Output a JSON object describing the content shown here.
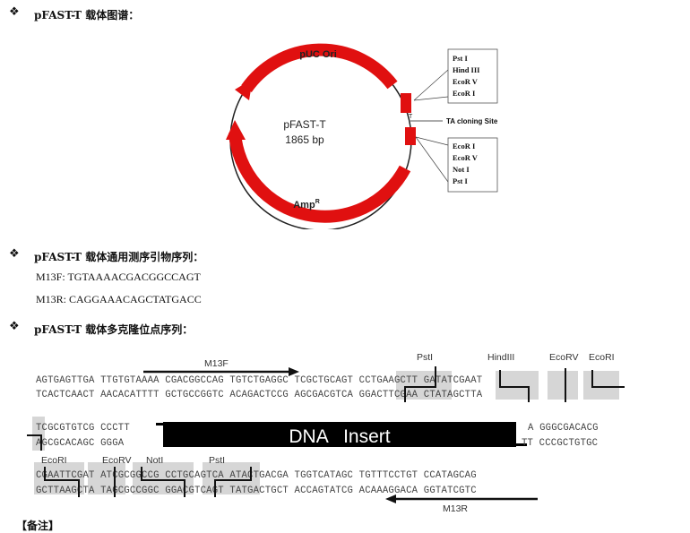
{
  "section1": {
    "bullet": "❖",
    "title": "pFAST-T 载体图谱："
  },
  "plasmid": {
    "name": "pFAST-T",
    "size": "1865 bp",
    "ori_label": "pUC Ori",
    "amp_label": "Amp",
    "amp_sup": "R",
    "ta_site_label": "TA cloning Site",
    "upper_sites": [
      "Pst I",
      "Hind III",
      "EcoR V",
      "EcoR I"
    ],
    "lower_sites": [
      "EcoR I",
      "EcoR V",
      "Not I",
      "Pst I"
    ],
    "color": "#e01010"
  },
  "section2": {
    "bullet": "❖",
    "title": "pFAST-T 载体通用测序引物序列：",
    "primers": [
      "M13F: TGTAAAACGACGGCCAGT",
      "M13R: CAGGAAACAGCTATGACC"
    ]
  },
  "section3": {
    "bullet": "❖",
    "title": "pFAST-T 载体多克隆位点序列："
  },
  "mcs": {
    "m13f": "M13F",
    "m13r": "M13R",
    "insert": "DNA   Insert",
    "sites_row1": [
      "PstI",
      "HindIII",
      "EcoRV",
      "EcoRI"
    ],
    "sites_row3": [
      "EcoRI",
      "EcoRV",
      "NotI",
      "PstI"
    ],
    "row1_top": "AGTGAGTTGA TTGTGTAAAA CGACGGCCAG TGTCTGAGGC TCGCTGCAGT CCTGAAGCTT GATATCGAAT",
    "row1_bot": "TCACTCAACT AACACATTTT GCTGCCGGTC ACAGACTCCG AGCGACGTCA GGACTTCGAA CTATAGCTTA",
    "row2_top_left": "TCGCGTGTCG CCCTT",
    "row2_bot_left": "AGCGCACAGC GGGA",
    "row2_top_right": "A GGGCGACACG",
    "row2_bot_right": "TT CCCGCTGTGC",
    "row3_top": "CGAATTCGAT ATCGCGGCCG CCTGCAGTCA ATACTGACGA TGGTCATAGC TGTTTCCTGT CCATAGCAG",
    "row3_bot": "GCTTAAGCTA TAGCGCCGGC GGACGTCAGT TATGACTGCT ACCAGTATCG ACAAAGGACA GGTATCGTC"
  },
  "footer": {
    "text": "【备注】"
  }
}
